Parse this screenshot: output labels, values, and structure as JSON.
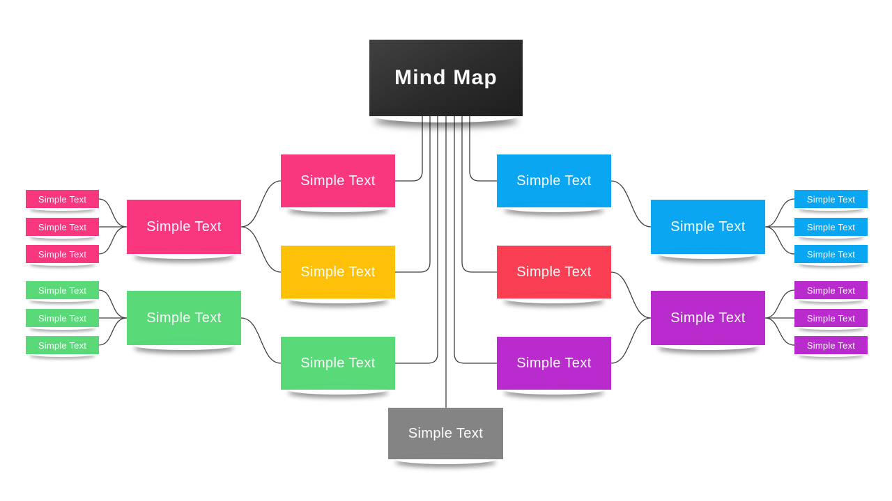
{
  "root": {
    "label": "Mind Map",
    "bg": "linear-gradient(150deg, #414141 0%, #2b2b2b 55%, #1e1e1e 100%)"
  },
  "colors": {
    "pink": "#f8377f",
    "yellow": "#fec107",
    "green": "#59d978",
    "blue": "#0aa6f2",
    "red": "#fa3e53",
    "purple": "#b92bcd",
    "gray": "#848484"
  },
  "connectors": {
    "color": "#3f3f3f",
    "width": "1.3"
  },
  "left": {
    "branch_top": {
      "label": "Simple Text"
    },
    "branch_middle": {
      "label": "Simple Text"
    },
    "branch_bottom": {
      "label": "Simple Text"
    },
    "hub_top": {
      "label": "Simple Text"
    },
    "hub_bottom": {
      "label": "Simple Text"
    },
    "hub_top_leaves": [
      {
        "label": "Simple Text"
      },
      {
        "label": "Simple Text"
      },
      {
        "label": "Simple Text"
      }
    ],
    "hub_bottom_leaves": [
      {
        "label": "Simple Text"
      },
      {
        "label": "Simple Text"
      },
      {
        "label": "Simple Text"
      }
    ]
  },
  "right": {
    "branch_top": {
      "label": "Simple Text"
    },
    "branch_middle": {
      "label": "Simple Text"
    },
    "branch_bottom": {
      "label": "Simple Text"
    },
    "hub_top": {
      "label": "Simple Text"
    },
    "hub_bottom": {
      "label": "Simple Text"
    },
    "hub_top_leaves": [
      {
        "label": "Simple Text"
      },
      {
        "label": "Simple Text"
      },
      {
        "label": "Simple Text"
      }
    ],
    "hub_bottom_leaves": [
      {
        "label": "Simple Text"
      },
      {
        "label": "Simple Text"
      },
      {
        "label": "Simple Text"
      }
    ]
  },
  "bottom_node": {
    "label": "Simple Text"
  }
}
